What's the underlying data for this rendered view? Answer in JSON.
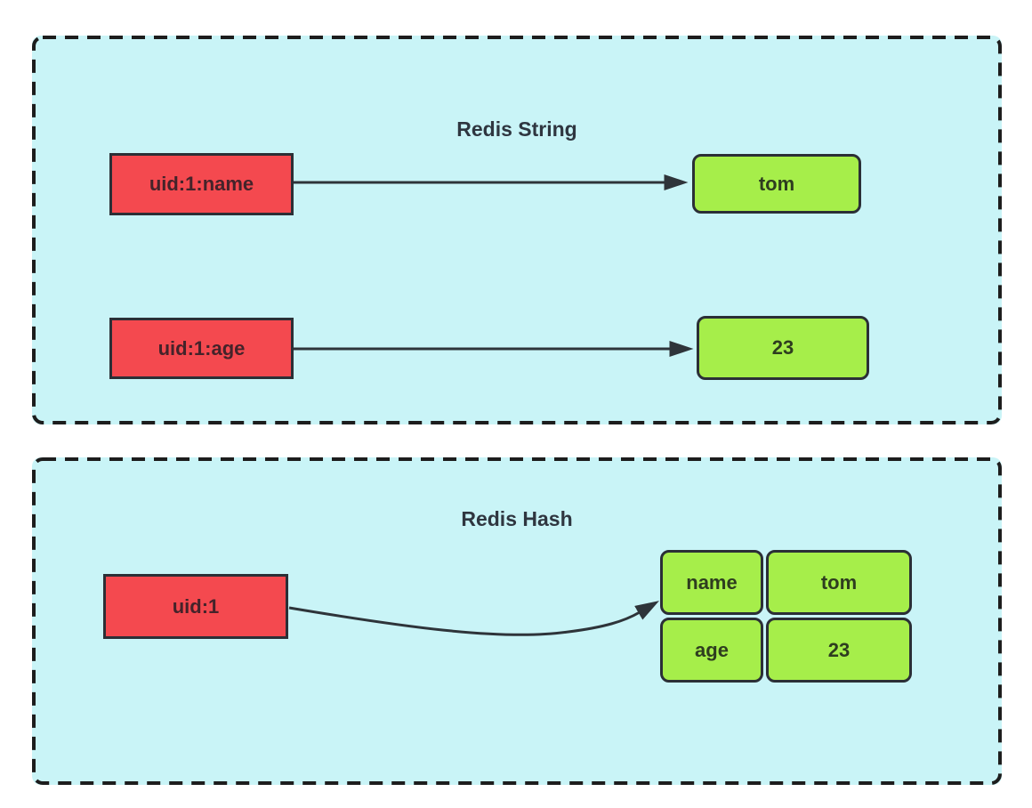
{
  "colors": {
    "page_bg": "#ffffff",
    "panel_bg": "#c9f4f7",
    "panel_dash_border": "#1d1d1d",
    "key_box_fill": "#f4494f",
    "value_box_fill": "#a6ee4a",
    "box_border": "#2b2f36",
    "arrow": "#2e343a",
    "title_text": "#2f3640"
  },
  "string_panel": {
    "title": "Redis String",
    "pairs": [
      {
        "key": "uid:1:name",
        "value": "tom"
      },
      {
        "key": "uid:1:age",
        "value": "23"
      }
    ]
  },
  "hash_panel": {
    "title": "Redis Hash",
    "key": "uid:1",
    "fields": [
      {
        "field": "name",
        "value": "tom"
      },
      {
        "field": "age",
        "value": "23"
      }
    ]
  }
}
